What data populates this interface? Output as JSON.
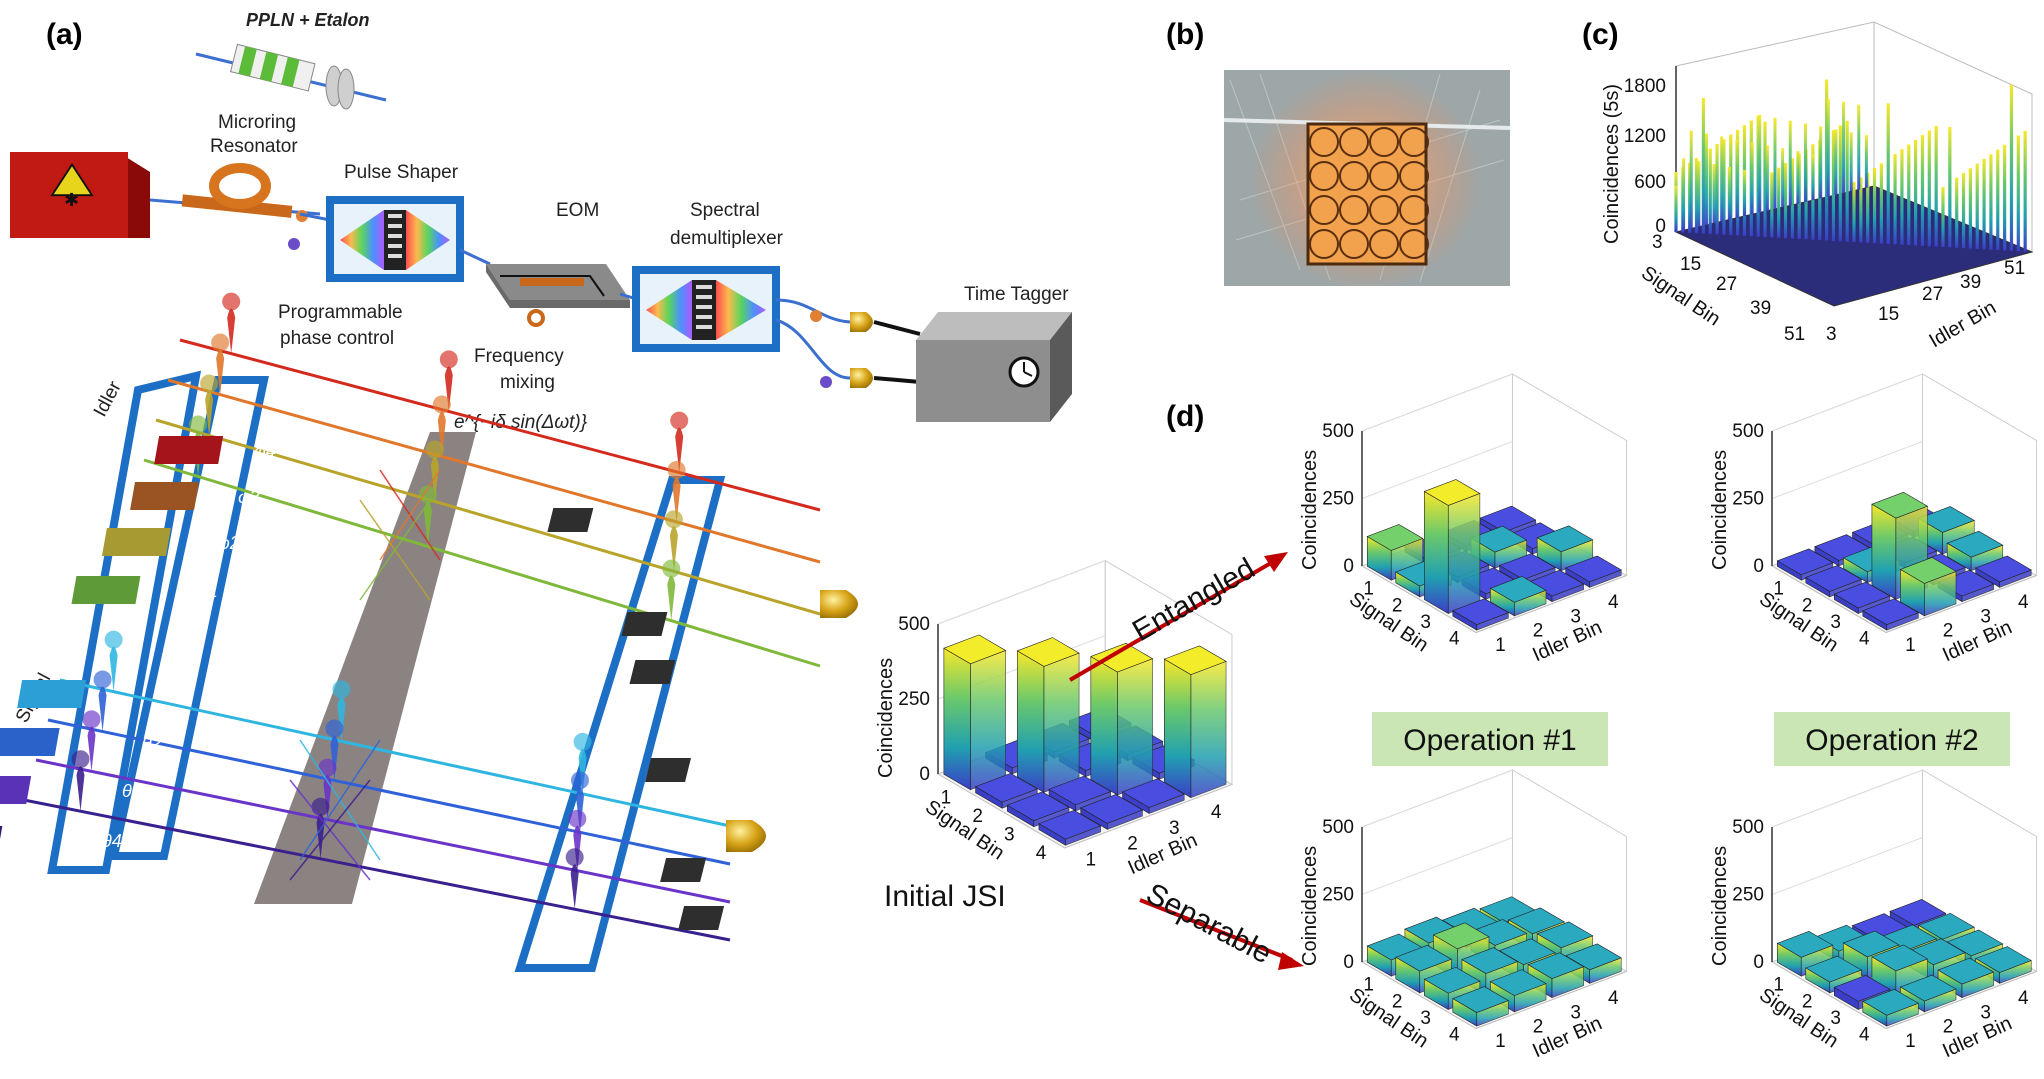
{
  "panels": {
    "a": "(a)",
    "b": "(b)",
    "c": "(c)",
    "d": "(d)"
  },
  "setup": {
    "ppln": "PPLN + Etalon",
    "microring_1": "Microring",
    "microring_2": "Resonator",
    "pulse_shaper": "Pulse Shaper",
    "eom": "EOM",
    "demux_1": "Spectral",
    "demux_2": "demultiplexer",
    "time_tagger": "Time Tagger",
    "phase_1": "Programmable",
    "phase_2": "phase control",
    "mixing_1": "Frequency",
    "mixing_2": "mixing",
    "eom_formula": "e^{−iδ sin(Δωt)}",
    "idler": "Idler",
    "signal": "Signal"
  },
  "phases": [
    "φ4",
    "φ3",
    "φ2",
    "φ1",
    "θ1",
    "θ2",
    "θ3",
    "θ4"
  ],
  "colors": {
    "idler_lines": [
      "#d42a1e",
      "#e0772b",
      "#b8a42a",
      "#7fb83a"
    ],
    "signal_lines": [
      "#2fb6e0",
      "#2f62d8",
      "#6a34c8",
      "#3a1f8e"
    ],
    "frame": "#1c6fc4",
    "label_box": "#c9e6b4",
    "arrow": "#c00000"
  },
  "chart_c": {
    "ylabel": "Coincidences (5s)",
    "yticks": [
      "0",
      "600",
      "1200",
      "1800"
    ],
    "xlabel": "Signal Bin",
    "xticks": [
      "3",
      "15",
      "27",
      "39",
      "51"
    ],
    "zlabel": "Idler Bin",
    "zticks": [
      "3",
      "15",
      "27",
      "39",
      "51"
    ]
  },
  "chart_data": [
    {
      "type": "bar",
      "title": "",
      "ylabel": "Coincidences",
      "xlabel": "Signal Bin",
      "zlabel": "Idler Bin",
      "caption": "Initial JSI",
      "bins": [
        "1",
        "2",
        "3",
        "4"
      ],
      "yticks": [
        "0",
        "250",
        "500"
      ],
      "matrix": [
        [
          420,
          0,
          0,
          0
        ],
        [
          0,
          420,
          0,
          0
        ],
        [
          0,
          0,
          410,
          0
        ],
        [
          0,
          0,
          0,
          410
        ]
      ]
    },
    {
      "type": "bar",
      "ylabel": "Coincidences",
      "xlabel": "Signal Bin",
      "zlabel": "Idler Bin",
      "bins": [
        "1",
        "2",
        "3",
        "4"
      ],
      "yticks": [
        "0",
        "250",
        "500"
      ],
      "matrix": [
        [
          110,
          0,
          0,
          0
        ],
        [
          40,
          0,
          60,
          0
        ],
        [
          400,
          0,
          0,
          70
        ],
        [
          0,
          50,
          0,
          0
        ]
      ]
    },
    {
      "type": "bar",
      "ylabel": "Coincidences",
      "xlabel": "Signal Bin",
      "zlabel": "Idler Bin",
      "bins": [
        "1",
        "2",
        "3",
        "4"
      ],
      "yticks": [
        "0",
        "250",
        "500"
      ],
      "matrix": [
        [
          20,
          20,
          20,
          10
        ],
        [
          10,
          40,
          20,
          80
        ],
        [
          20,
          300,
          20,
          50
        ],
        [
          10,
          120,
          10,
          10
        ]
      ]
    },
    {
      "type": "bar",
      "ylabel": "Coincidences",
      "xlabel": "Signal Bin",
      "zlabel": "Idler Bin",
      "bins": [
        "1",
        "2",
        "3",
        "4"
      ],
      "yticks": [
        "0",
        "250",
        "500"
      ],
      "matrix": [
        [
          60,
          70,
          50,
          40
        ],
        [
          80,
          110,
          70,
          60
        ],
        [
          60,
          80,
          60,
          70
        ],
        [
          50,
          60,
          70,
          50
        ]
      ]
    },
    {
      "type": "bar",
      "ylabel": "Coincidences",
      "xlabel": "Signal Bin",
      "zlabel": "Idler Bin",
      "bins": [
        "1",
        "2",
        "3",
        "4"
      ],
      "yticks": [
        "0",
        "250",
        "500"
      ],
      "matrix": [
        [
          70,
          40,
          30,
          30
        ],
        [
          40,
          80,
          50,
          40
        ],
        [
          30,
          90,
          60,
          40
        ],
        [
          40,
          40,
          50,
          40
        ]
      ]
    }
  ],
  "labels_d": {
    "entangled": "Entangled",
    "separable": "Separable",
    "op1": "Operation #1",
    "op2": "Operation #2"
  }
}
